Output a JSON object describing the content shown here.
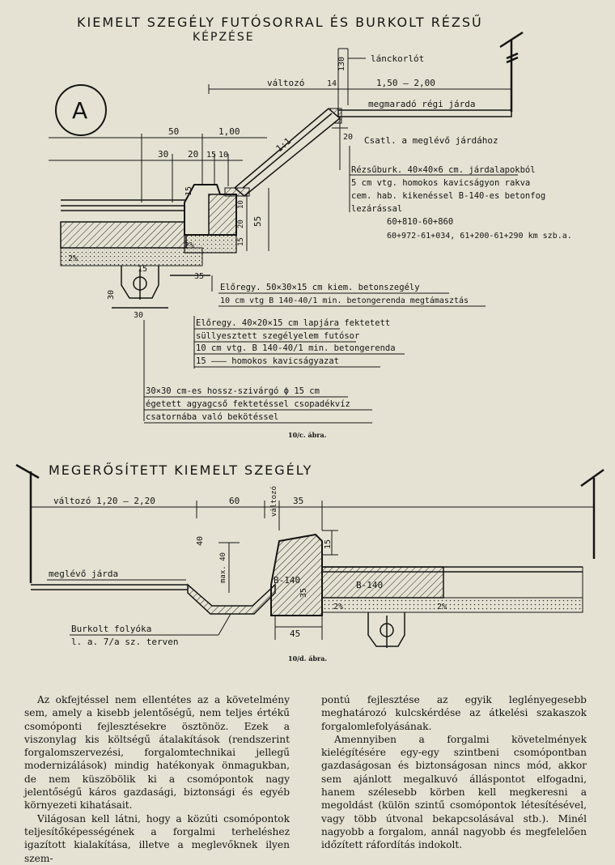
{
  "figure_c": {
    "title_line1": "KIEMELT SZEGÉLY FUTÓSORRAL ÉS BURKOLT RÉZSŰ",
    "title_line2": "KÉPZÉSE",
    "section_mark": "A",
    "dims": {
      "d130": "130",
      "lanckorlat": "lánckorlót",
      "valtozo": "változó",
      "d14": "14",
      "d150_200": "1,50 – 2,00",
      "megmarado": "megmaradó régi járda",
      "d50": "50",
      "d100": "1,00",
      "d30": "30",
      "d20": "20",
      "d15": "15",
      "d10": "10",
      "d11": "1:1",
      "d20b": "20",
      "d55": "55",
      "d15b": "15",
      "d10b": "10",
      "d20c": "20",
      "d15c": "15",
      "d2pct": "2%",
      "d2pct_b": "2%",
      "d15d": "15",
      "d30b": "30",
      "d35": "35",
      "d30c": "30"
    },
    "notes": [
      "Csatl. a meglévő járdához",
      "Rézsűburk. 40×40×6 cm. járdalapokból",
      "5 cm vtg. homokos kavicságyon rakva",
      "cem. hab. kikenéssel B-140-es betonfog",
      "lezárással",
      "60+810-60+860",
      "60+972-61+034,   61+200-61+290  km szb.a."
    ],
    "notes_b": [
      "Előregy. 50×30×15 cm kiem. betonszegély",
      "10 cm vtg B 140-40/1  min. betongerenda  megtámasztás"
    ],
    "notes_c": [
      "Előregy. 40×20×15 cm lapjára fektetett",
      "süllyesztett szegélyelem futósor",
      "10 cm vtg. B 140-40/1  min. betongerenda",
      "15 ——— homokos kavicságyazat"
    ],
    "notes_d": [
      "30×30 cm-es hossz-szivárgó  ϕ 15 cm",
      "égetett agyagcső fektetéssel csopadékvíz",
      "csatornába való bekötéssel"
    ],
    "caption": "10/c. ábra."
  },
  "figure_d": {
    "title": "MEGERŐSÍTETT KIEMELT SZEGÉLY",
    "dims": {
      "valtozo": "változó 1,20 – 2,20",
      "d60": "60",
      "valtozo_v": "változó",
      "d35": "35",
      "d40": "40",
      "max40": "max. 40",
      "d15": "15",
      "b140a": "B-140",
      "b140b": "B-140",
      "d35v": "35",
      "d2pct": "2%",
      "d2pct_b": "2%",
      "d45": "45"
    },
    "meglevo": "meglévő járda",
    "burkolt1": "Burkolt folyóka",
    "burkolt2": "l. a. 7/a sz. terven",
    "caption": "10/d. ábra."
  },
  "article": {
    "left": [
      "Az okfejtéssel nem ellentétes az a követelmény sem, amely a kisebb jelentőségű, nem teljes értékű csomóponti fejlesztésekre ösztönöz. Ezek a viszonylag kis költségű átalakítások (rendszerint forgalomszervezési, forgalomtechnikai jellegű modernizálások) mindig hatékonyak önmagukban, de nem küszöbölik ki a csomópontok nagy jelentőségű káros gazdasági, biztonsági és egyéb környezeti kihatásait.",
      "Világosan kell látni, hogy a közúti csomópontok teljesítőképességének a forgalmi terheléshez igazított kialakítása, illetve a meglevőknek ilyen szem-"
    ],
    "right": [
      "pontú fejlesztése az egyik leglényegesebb meghatározó kulcskérdése az átkelési szakaszok forgalomlefolyásának.",
      "Amennyiben a forgalmi követelmények kielégítésére egy-egy szintbeni csomópontban gazdaságosan és biztonságosan nincs mód, akkor sem ajánlott megalkuvó álláspontot elfogadni, hanem szélesebb körben kell megkeresni a megoldást (külön szintű csomópontok létesítésével, vagy több útvonal bekapcsolásával stb.). Minél nagyobb a forgalom, annál nagyobb és megfelelően időzített ráfordítás indokolt."
    ]
  }
}
